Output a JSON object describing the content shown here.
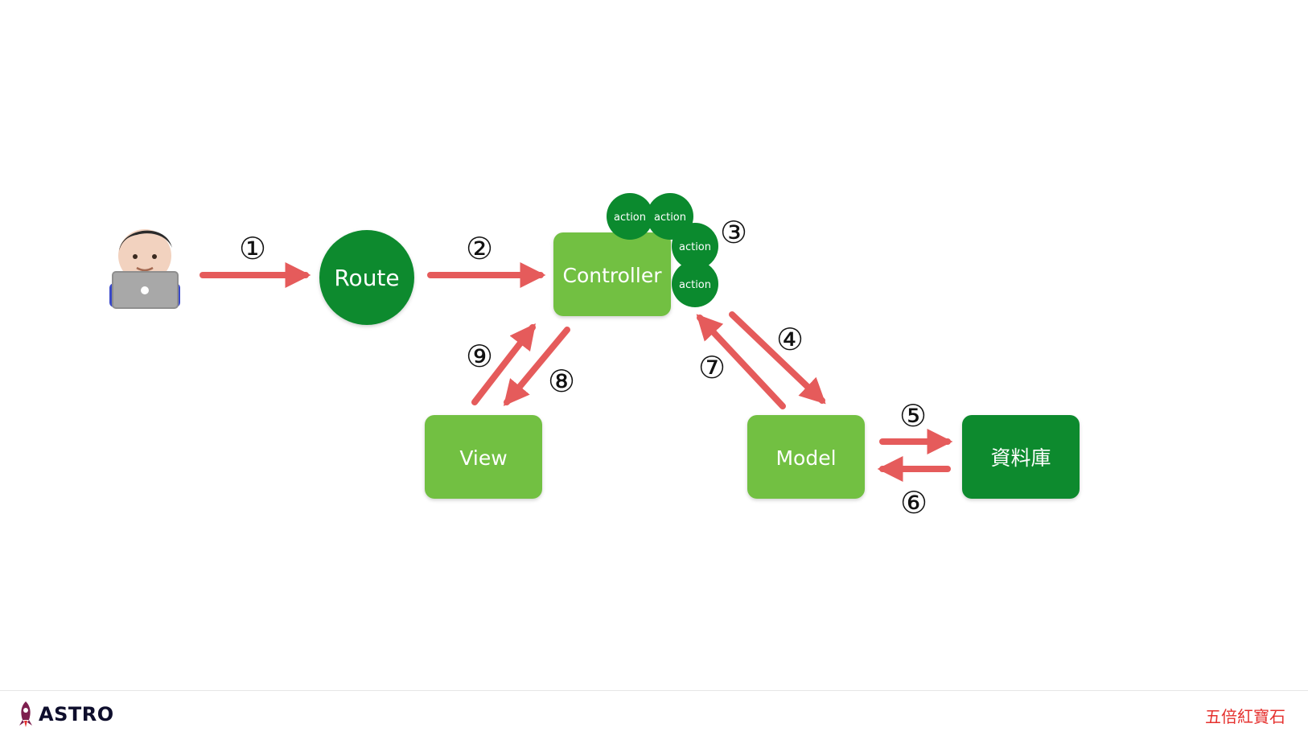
{
  "diagram": {
    "nodes": {
      "route": "Route",
      "controller": "Controller",
      "view": "View",
      "model": "Model",
      "database": "資料庫"
    },
    "actions": [
      "action",
      "action",
      "action",
      "action"
    ],
    "steps": [
      "①",
      "②",
      "③",
      "④",
      "⑤",
      "⑥",
      "⑦",
      "⑧",
      "⑨"
    ]
  },
  "footer": {
    "brand": "ASTRO",
    "right_text": "五倍紅寶石"
  },
  "colors": {
    "dark_green": "#0b8a2e",
    "light_green": "#72c043",
    "arrow_red": "#e55b5b",
    "footer_red": "#e5312e"
  }
}
